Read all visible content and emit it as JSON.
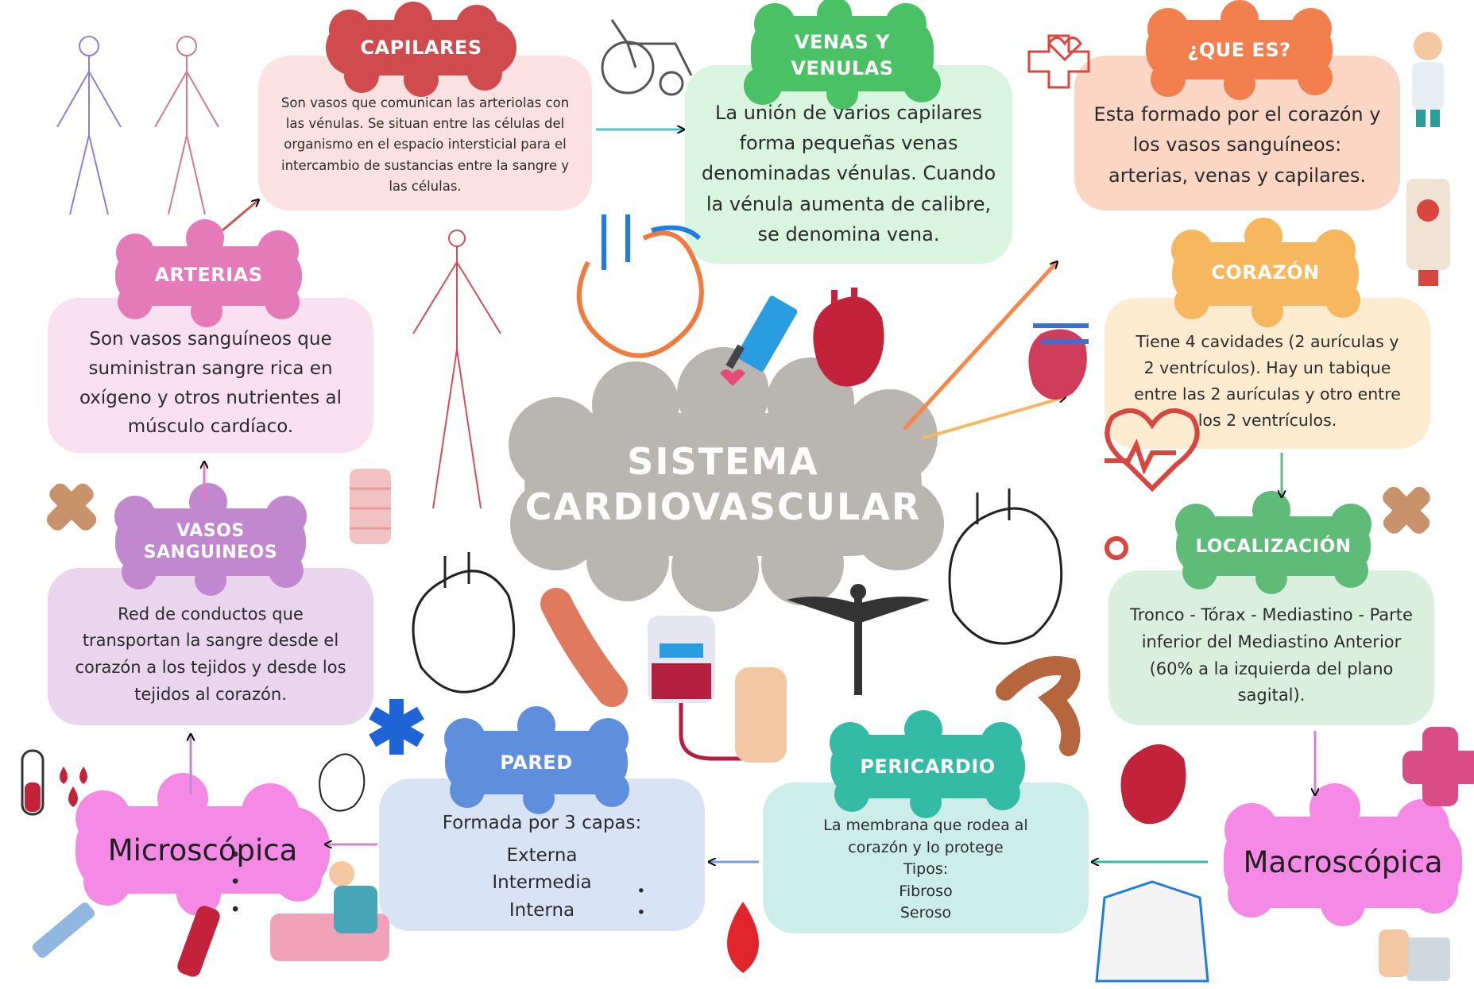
{
  "center": {
    "title": "SISTEMA\nCARDIOVASCULAR"
  },
  "colors": {
    "capilares": "#cf4b4e",
    "venas": "#4bc165",
    "que_es": "#f37f4f",
    "arterias": "#e57ab8",
    "corazon": "#f7b75e",
    "vasos": "#c188cf",
    "localizacion": "#5fbc78",
    "pared": "#5f8fdc",
    "pericardio": "#33bba6",
    "micro": "#f58ae6",
    "macro": "#f58ae6",
    "center": "#b9b5b1"
  },
  "capilares": {
    "title": "CAPILARES",
    "text": "Son vasos que comunican las arteriolas con las vénulas. Se situan entre las células del organismo en el espacio intersticial para el intercambio de sustancias entre la sangre y las células."
  },
  "venas": {
    "title": "VENAS Y\nVENULAS",
    "text": "La unión de varios capilares forma pequeñas venas denominadas vénulas. Cuando la vénula aumenta de calibre, se denomina vena."
  },
  "que_es": {
    "title": "¿QUE ES?",
    "text": "Esta formado por el corazón y los vasos sanguíneos: arterias, venas y capilares."
  },
  "arterias": {
    "title": "ARTERIAS",
    "text": "Son vasos sanguíneos que suministran sangre rica en oxígeno y otros nutrientes al músculo cardíaco."
  },
  "corazon": {
    "title": "CORAZÓN",
    "text": "Tiene 4 cavidades (2 aurículas y 2 ventrículos). Hay un tabique entre las 2 aurículas y otro entre los 2 ventrículos."
  },
  "vasos": {
    "title": "VASOS\nSANGUINEOS",
    "text": "Red de conductos que transportan la sangre desde el corazón a los tejidos y desde los tejidos al corazón."
  },
  "localizacion": {
    "title": "LOCALIZACIÓN",
    "text": "Tronco - Tórax - Mediastino - Parte inferior del Mediastino Anterior (60% a la izquierda del plano sagital)."
  },
  "pared": {
    "title": "PARED",
    "intro": "Formada por 3 capas:",
    "items": [
      "Externa",
      "Intermedia",
      "Interna"
    ]
  },
  "pericardio": {
    "title": "PERICARDIO",
    "intro": "La membrana que rodea al corazón y lo protege",
    "types_label": "Tipos:",
    "items": [
      "Fibroso",
      "Seroso"
    ]
  },
  "micro": {
    "label": "Microscópica"
  },
  "macro": {
    "label": "Macroscópica"
  }
}
